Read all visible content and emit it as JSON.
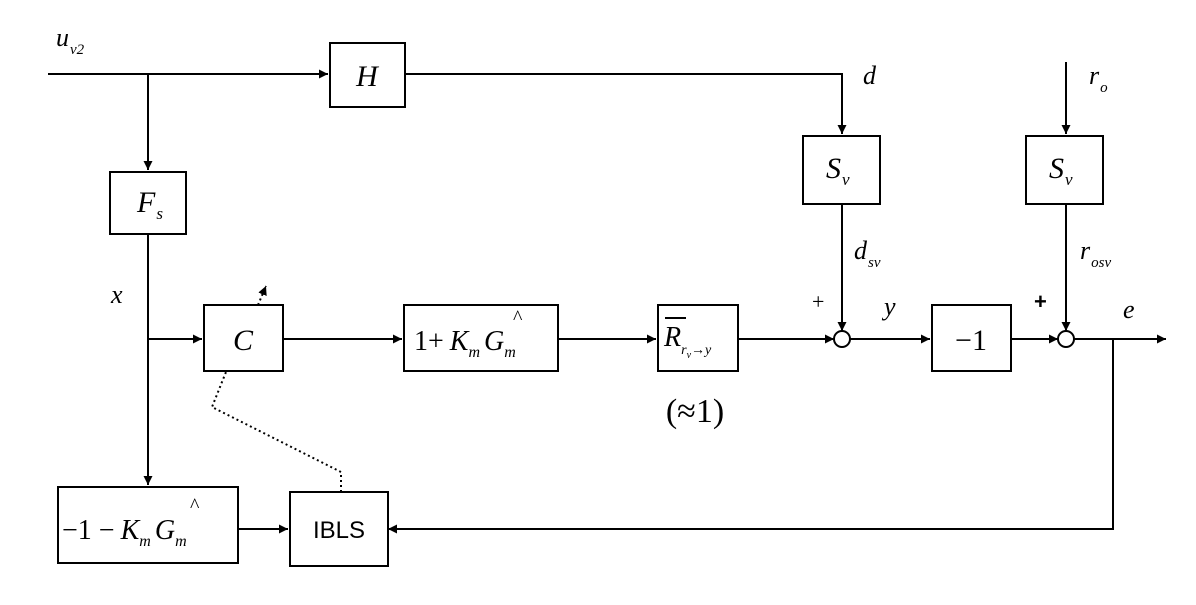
{
  "signals": {
    "u": "u",
    "u_sub": "v2",
    "d": "d",
    "r": "r",
    "r_sub": "o",
    "x": "x",
    "y": "y",
    "e": "e",
    "d_sv": "d",
    "d_sv_sub": "sv",
    "r_osv": "r",
    "r_osv_sub": "osv"
  },
  "blocks": {
    "H": "H",
    "F": "F",
    "F_sub": "s",
    "S1": "S",
    "S1_sub": "v",
    "S2": "S",
    "S2_sub": "v",
    "C": "C",
    "plant_one": "1+",
    "plant_K": "K",
    "plant_K_sub": "m",
    "plant_G": "G",
    "plant_G_hat": "^",
    "plant_G_sub": "m",
    "R": "R",
    "R_sub": "r",
    "R_subsub": "v",
    "R_arrow": "→y",
    "minus_one": "−1",
    "neg_prefix": "−1 −",
    "neg_K": "K",
    "neg_K_sub": "m",
    "neg_G": "G",
    "neg_G_hat": "^",
    "neg_G_sub": "m",
    "IBLS": "IBLS"
  },
  "annotations": {
    "approx": "(≈1)",
    "plus1": "+",
    "plus2": "+"
  }
}
